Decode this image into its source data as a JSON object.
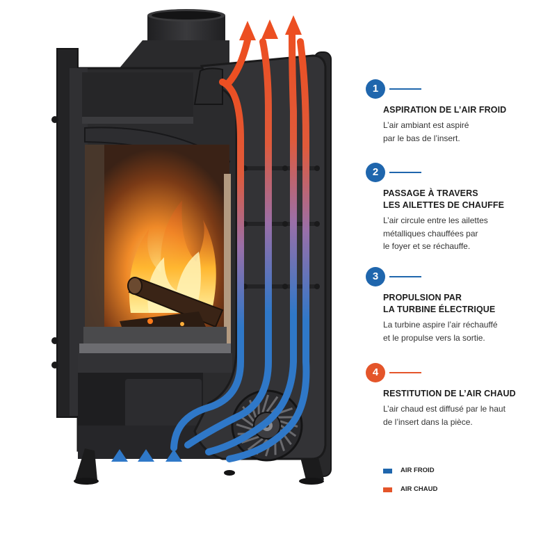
{
  "colors": {
    "cold_air": "#1f66ad",
    "hot_air": "#e4552a",
    "stove_body": "#2b2b2d",
    "text": "#1d1d1d"
  },
  "steps": [
    {
      "number": "1",
      "accent": "blue",
      "title": [
        "ASPIRATION DE L’AIR FROID"
      ],
      "text": [
        "L’air ambiant est aspiré",
        "par le bas de l’insert."
      ]
    },
    {
      "number": "2",
      "accent": "blue",
      "title": [
        "PASSAGE À TRAVERS",
        "LES AILETTES DE CHAUFFE"
      ],
      "text": [
        "L’air circule entre les ailettes",
        "métalliques chauffées par",
        "le foyer et se réchauffe."
      ]
    },
    {
      "number": "3",
      "accent": "blue",
      "title": [
        "PROPULSION PAR",
        "LA TURBINE ÉLECTRIQUE"
      ],
      "text": [
        "La turbine aspire l’air réchauffé",
        "et le propulse vers la sortie."
      ]
    },
    {
      "number": "4",
      "accent": "orange",
      "title": [
        "RESTITUTION DE L’AIR CHAUD"
      ],
      "text": [
        "L’air chaud est diffusé par le haut",
        "de l’insert dans la pièce."
      ]
    }
  ],
  "legend": [
    {
      "label": "AIR FROID",
      "color": "#1f66ad"
    },
    {
      "label": "AIR CHAUD",
      "color": "#e4552a"
    }
  ]
}
